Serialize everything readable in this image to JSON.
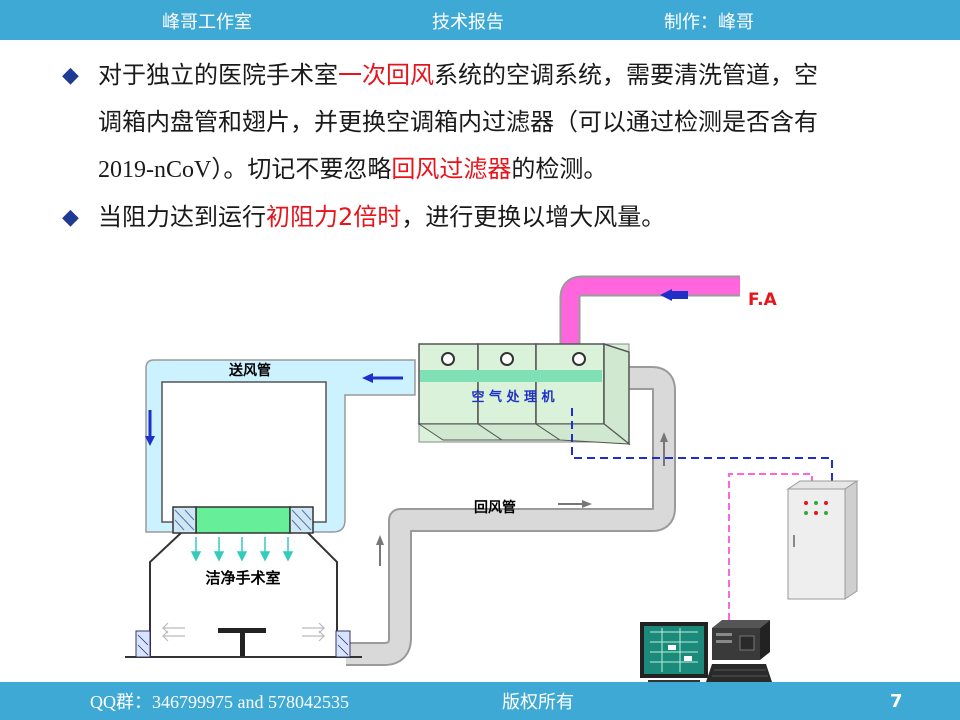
{
  "header": {
    "left": "峰哥工作室",
    "center": "技术报告",
    "right": "制作：峰哥"
  },
  "bullets": [
    {
      "p1": "对于独立的医院手术室",
      "h1": "一次回风",
      "p2": "系统的空调系统，需要清洗管道，空",
      "line2": "调箱内盘管和翅片，并更换空调箱内过滤器（可以通过检测是否含有",
      "p3": "2019-nCoV",
      "p4": "）。切记不要忽略",
      "h2": "回风过滤器",
      "p5": "的检测。"
    },
    {
      "p1": "当阻力达到运行",
      "h1": "初阻力2倍时",
      "p2": "，进行更换以增大风量。"
    }
  ],
  "diagram": {
    "fa": "F.A",
    "supply_duct": "送风管",
    "ahu": "空 气 处 理 机",
    "return_duct": "回风管",
    "room": "洁净手术室"
  },
  "footer": {
    "qq": "QQ群：346799975  and   578042535",
    "copyright": "版权所有",
    "page": "7"
  },
  "colors": {
    "bar": "#3fa9d5",
    "highlight": "#e8141b",
    "fresh_air_duct": "#ff66dd",
    "supply_duct": "#ccf2ff",
    "return_duct": "#d9d9d9",
    "ahu": "#d9f2d9",
    "filter": "#66ee99",
    "arrow": "#1f30c8"
  }
}
